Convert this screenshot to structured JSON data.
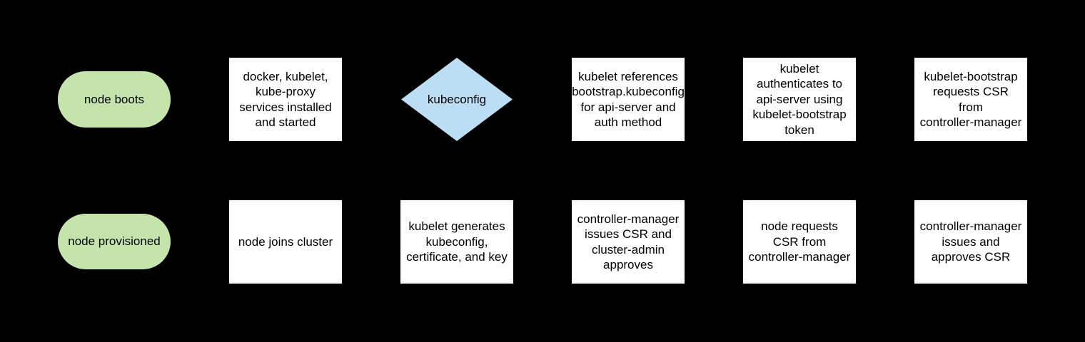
{
  "diagram": {
    "title": "kubelet TLS bootstrapping flowchart",
    "background_color": "#000000",
    "colors": {
      "terminator_fill": "#c5e4ab",
      "decision_fill": "#bcdef4",
      "process_fill": "#ffffff",
      "text": "#000000"
    },
    "rows": 2,
    "columns": 6
  },
  "nodes": {
    "node_boots": {
      "type": "terminator",
      "label": "node boots"
    },
    "services_installed": {
      "type": "process",
      "label": "docker, kubelet,\nkube-proxy\nservices installed\nand started"
    },
    "kubeconfig_decision": {
      "type": "decision",
      "label": "kubeconfig"
    },
    "kubelet_references": {
      "type": "process",
      "label": "kubelet references\nbootstrap.kubeconfig\nfor api-server and\nauth method"
    },
    "kubelet_authenticates": {
      "type": "process",
      "label": "kubelet\nauthenticates to\napi-server using\nkubelet-bootstrap\ntoken"
    },
    "bootstrap_requests_csr": {
      "type": "process",
      "label": "kubelet-bootstrap\nrequests CSR\nfrom\ncontroller-manager"
    },
    "node_provisioned": {
      "type": "terminator",
      "label": "node provisioned"
    },
    "node_joins_cluster": {
      "type": "process",
      "label": "node joins cluster"
    },
    "kubelet_generates": {
      "type": "process",
      "label": "kubelet generates\nkubeconfig,\ncertificate, and key"
    },
    "cm_issues_csr_admin_approves": {
      "type": "process",
      "label": "controller-manager\nissues CSR and\ncluster-admin\napproves"
    },
    "node_requests_csr": {
      "type": "process",
      "label": "node requests\nCSR from\ncontroller-manager"
    },
    "cm_issues_and_approves": {
      "type": "process",
      "label": "controller-manager\nissues and\napproves CSR"
    }
  }
}
